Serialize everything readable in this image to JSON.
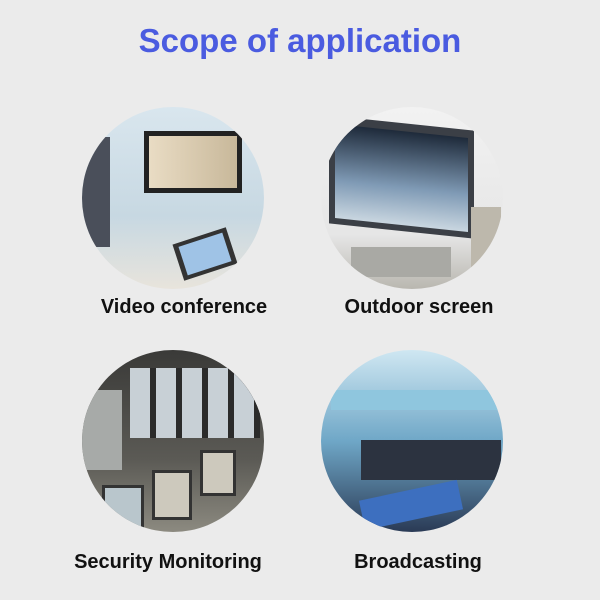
{
  "title": "Scope of application",
  "items": [
    {
      "label": "Video conference"
    },
    {
      "label": "Outdoor screen"
    },
    {
      "label": "Security Monitoring"
    },
    {
      "label": "Broadcasting"
    }
  ],
  "colors": {
    "title": "#4a5be0",
    "background": "#ebebeb"
  }
}
